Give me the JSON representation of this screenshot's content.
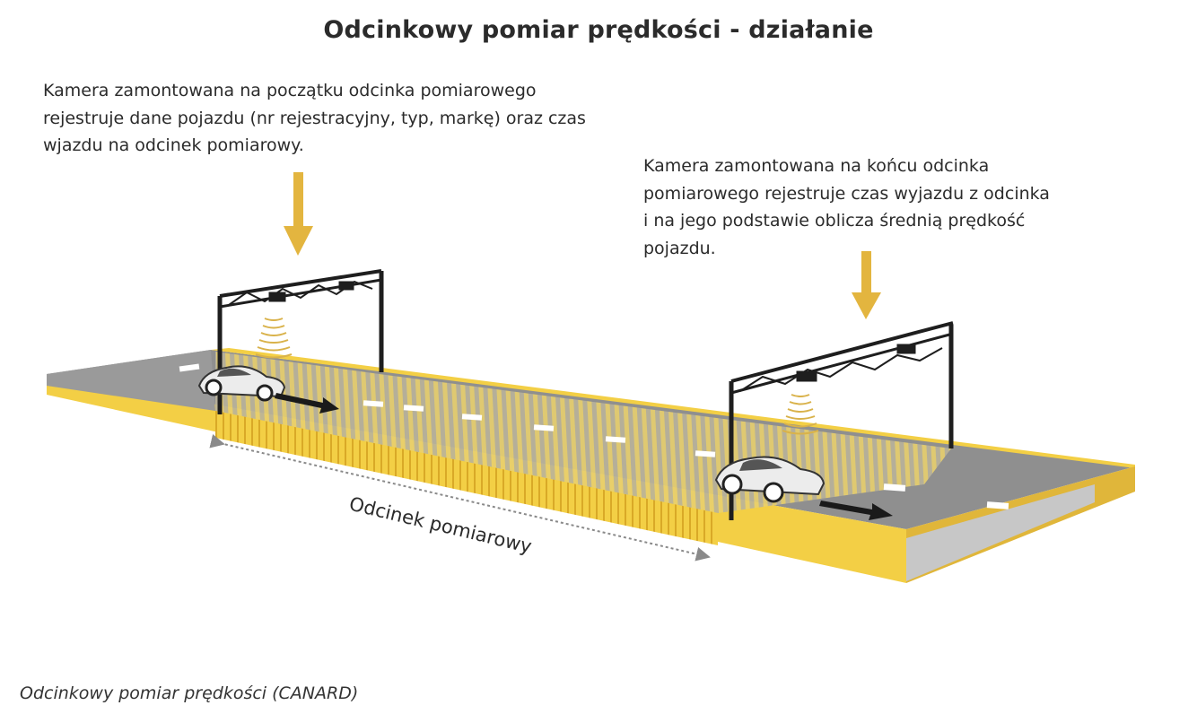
{
  "title": "Odcinkowy pomiar prędkości - działanie",
  "note_start": {
    "lines": [
      "Kamera zamontowana na początku odcinka pomiarowego",
      "rejestruje dane pojazdu (nr rejestracyjny, typ, markę) oraz czas",
      "wjazdu na odcinek pomiarowy."
    ]
  },
  "note_end": {
    "lines": [
      "Kamera zamontowana na końcu odcinka",
      "pomiarowego rejestruje czas wyjazdu z odcinka",
      "i na jego podstawie oblicza średnią prędkość",
      "pojazdu."
    ]
  },
  "segment_label": "Odcinek pomiarowy",
  "caption": "Odcinkowy pomiar prędkości (CANARD)",
  "colors": {
    "accent_yellow": "#f2c84b",
    "arrow_gold": "#e3b53f",
    "road_gray": "#8f8f8f",
    "text": "#2b2b2b"
  },
  "icons": [
    "camera-gantry",
    "down-arrow",
    "car",
    "direction-arrow",
    "dashed-double-arrow"
  ]
}
